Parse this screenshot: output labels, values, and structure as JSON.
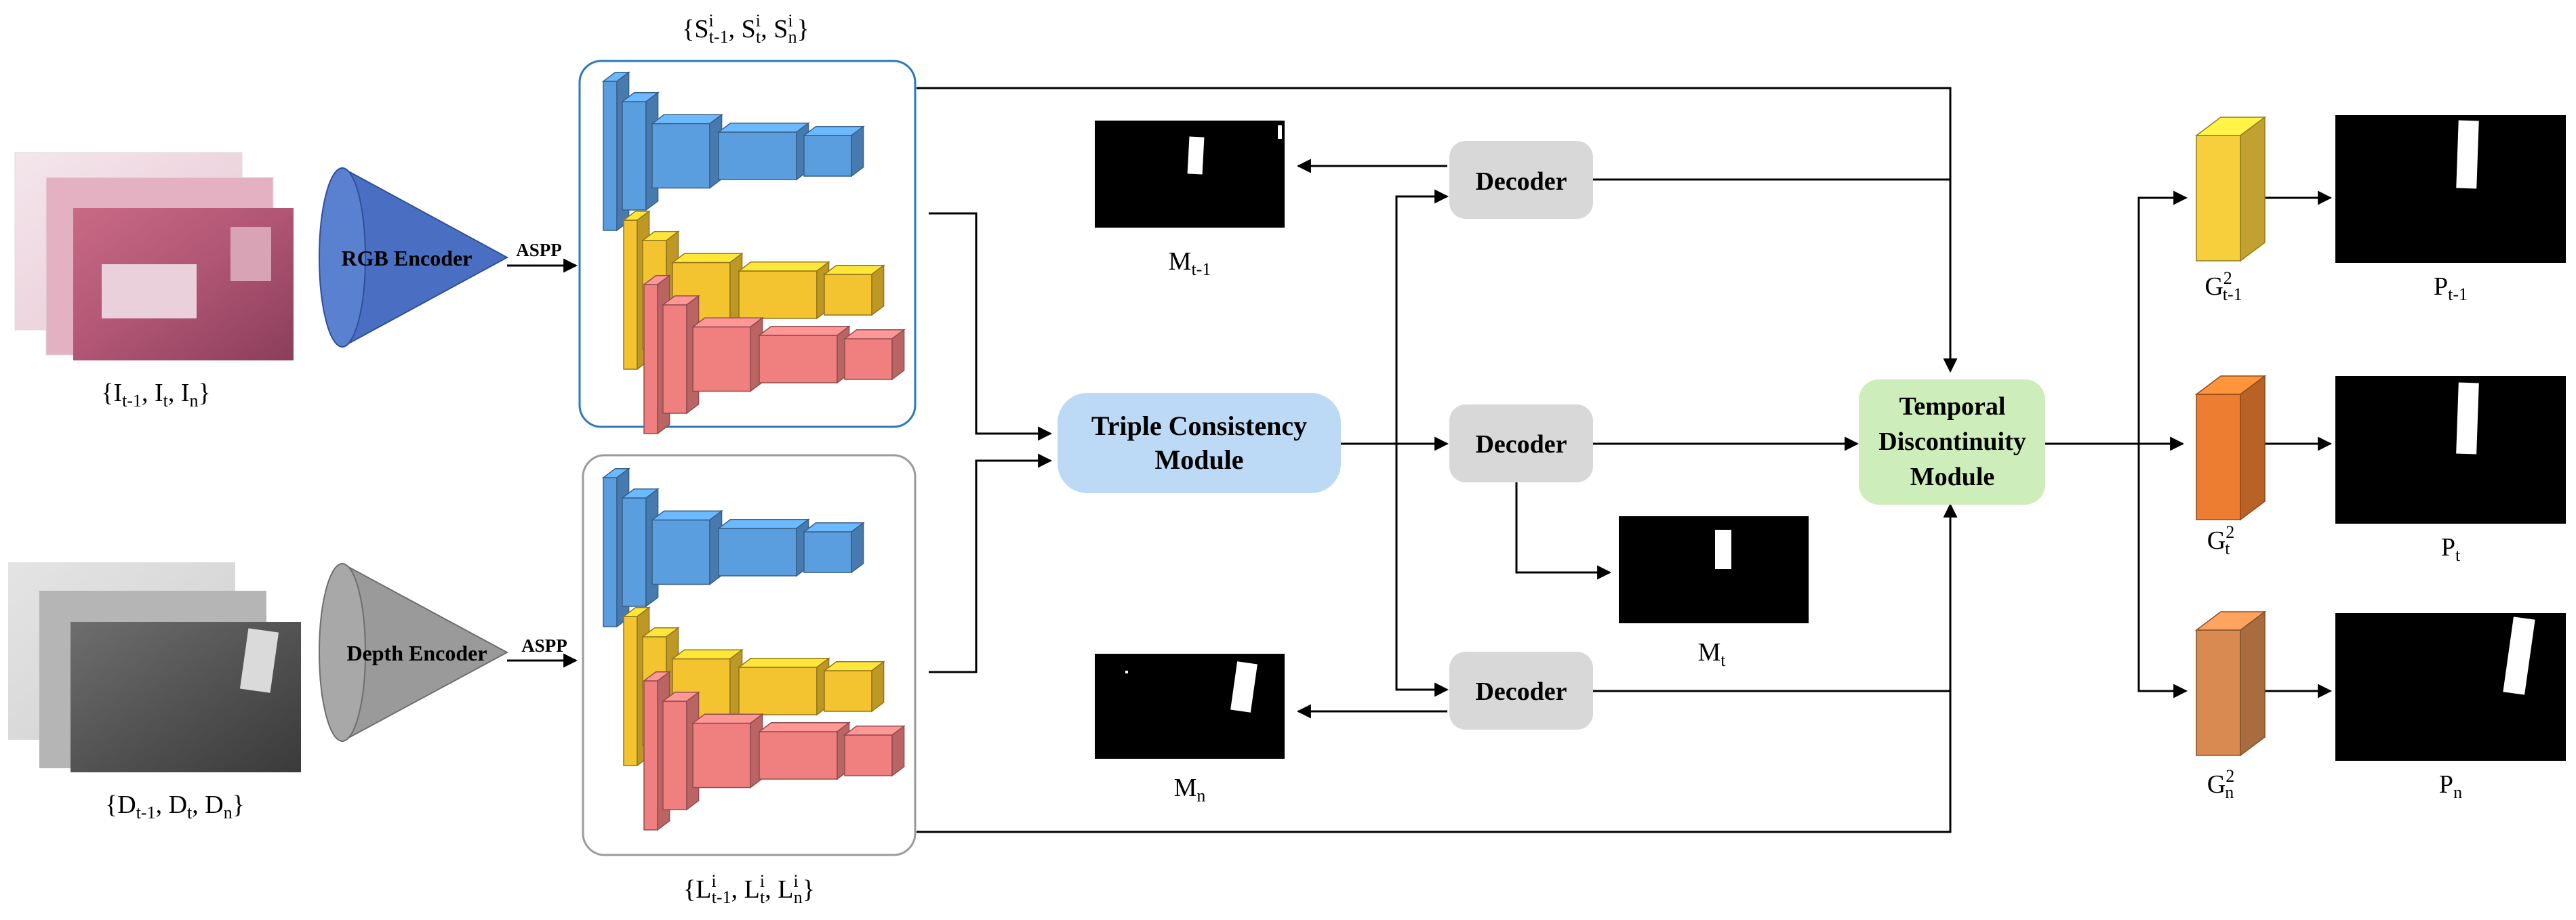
{
  "inputs": {
    "rgb_caption": {
      "open": "{I",
      "s1": "t-1",
      "m1": ", I",
      "s2": "t",
      "m2": ", I",
      "s3": "n",
      "close": "}"
    },
    "depth_caption": {
      "open": "{D",
      "s1": "t-1",
      "m1": ", D",
      "s2": "t",
      "m2": ", D",
      "s3": "n",
      "close": "}"
    }
  },
  "encoders": {
    "rgb": {
      "label": "RGB Encoder",
      "aspp": "ASPP"
    },
    "depth": {
      "label": "Depth Encoder",
      "aspp": "ASPP"
    }
  },
  "feature_sets": {
    "rgb": {
      "open": "{S",
      "m1": ", S",
      "m2": ", S",
      "close": "}",
      "sup": "i",
      "subs": [
        "t-1",
        "t",
        "n"
      ]
    },
    "depth": {
      "open": "{L",
      "m1": ", L",
      "m2": ", L",
      "close": "}",
      "sup": "i",
      "subs": [
        "t-1",
        "t",
        "n"
      ]
    }
  },
  "modules": {
    "triple": {
      "line1": "Triple Consistency",
      "line2": "Module"
    },
    "temporal": {
      "line1": "Temporal",
      "line2": "Discontinuity",
      "line3": "Module"
    }
  },
  "decoders": {
    "top": "Decoder",
    "mid": "Decoder",
    "bot": "Decoder"
  },
  "masks": {
    "m_prev": {
      "base": "M",
      "sub": "t-1"
    },
    "m_t": {
      "base": "M",
      "sub": "t"
    },
    "m_n": {
      "base": "M",
      "sub": "n"
    }
  },
  "gates": {
    "g_prev": {
      "base": "G",
      "sup": "2",
      "sub": "t-1"
    },
    "g_t": {
      "base": "G",
      "sup": "2",
      "sub": "t"
    },
    "g_n": {
      "base": "G",
      "sup": "2",
      "sub": "n"
    }
  },
  "predictions": {
    "p_prev": {
      "base": "P",
      "sub": "t-1"
    },
    "p_t": {
      "base": "P",
      "sub": "t"
    },
    "p_n": {
      "base": "P",
      "sub": "n"
    }
  },
  "colors": {
    "rgb_encoder": "#4a6fc2",
    "depth_encoder": "#9a9a9a",
    "rgb_frame": "#2a78c0",
    "depth_frame": "#9a9a9a",
    "triple": "#bcdaf6",
    "temporal": "#cdeebb",
    "decoder": "#d8d8d8",
    "blue_block": "#5b9ee0",
    "yellow_block": "#f4c330",
    "red_block": "#f08080",
    "gate_prev": "#f7cf3c",
    "gate_t": "#ed7d31",
    "gate_n": "#d98a50"
  }
}
